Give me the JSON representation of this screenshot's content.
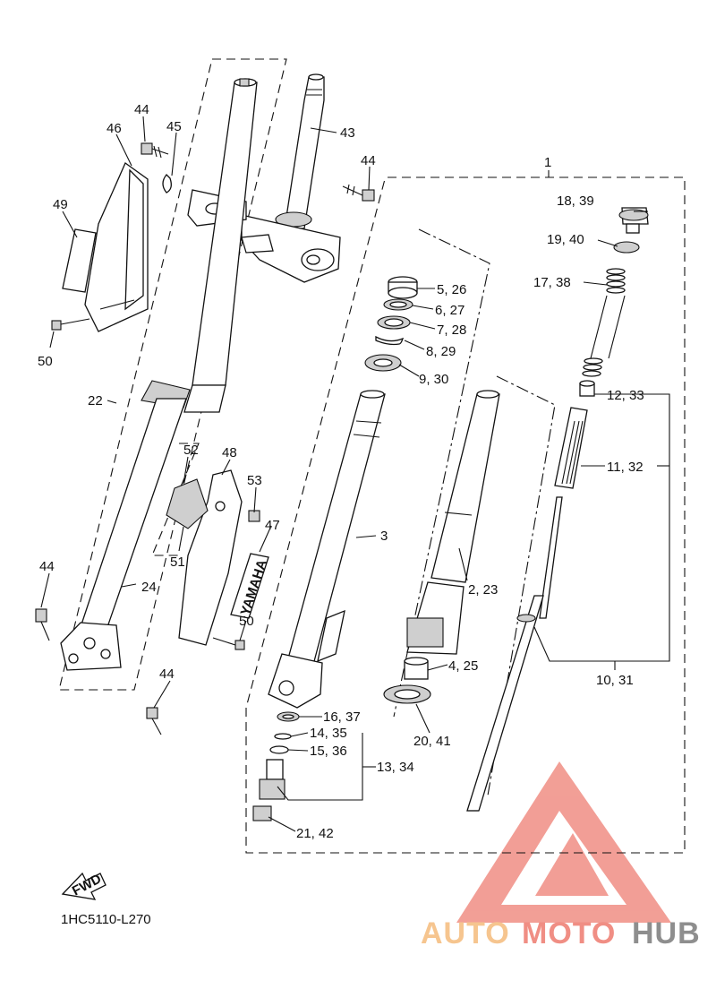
{
  "diagram_code": "1HC5110-L270",
  "fwd_label": "FWD",
  "fork_brand_text": "YAMAHA",
  "watermark": {
    "parts": [
      "AUTO",
      "MOTO",
      "HUB"
    ],
    "colors": [
      "#f6c58f",
      "#f08e84",
      "#8e8e8e"
    ],
    "logo_color": "#f08e84"
  },
  "callouts": {
    "c1": "1",
    "c2_23": "2, 23",
    "c3": "3",
    "c4_25": "4, 25",
    "c5_26": "5, 26",
    "c6_27": "6, 27",
    "c7_28": "7, 28",
    "c8_29": "8, 29",
    "c9_30": "9, 30",
    "c10_31": "10, 31",
    "c11_32": "11, 32",
    "c12_33": "12, 33",
    "c13_34": "13, 34",
    "c14_35": "14, 35",
    "c15_36": "15, 36",
    "c16_37": "16, 37",
    "c17_38": "17, 38",
    "c18_39": "18, 39",
    "c19_40": "19, 40",
    "c20_41": "20, 41",
    "c21_42": "21, 42",
    "c22": "22",
    "c24": "24",
    "c43": "43",
    "c44a": "44",
    "c44b": "44",
    "c44c": "44",
    "c44d": "44",
    "c45": "45",
    "c46": "46",
    "c47": "47",
    "c48": "48",
    "c49": "49",
    "c50a": "50",
    "c50b": "50",
    "c51": "51",
    "c52": "52",
    "c53": "53"
  }
}
